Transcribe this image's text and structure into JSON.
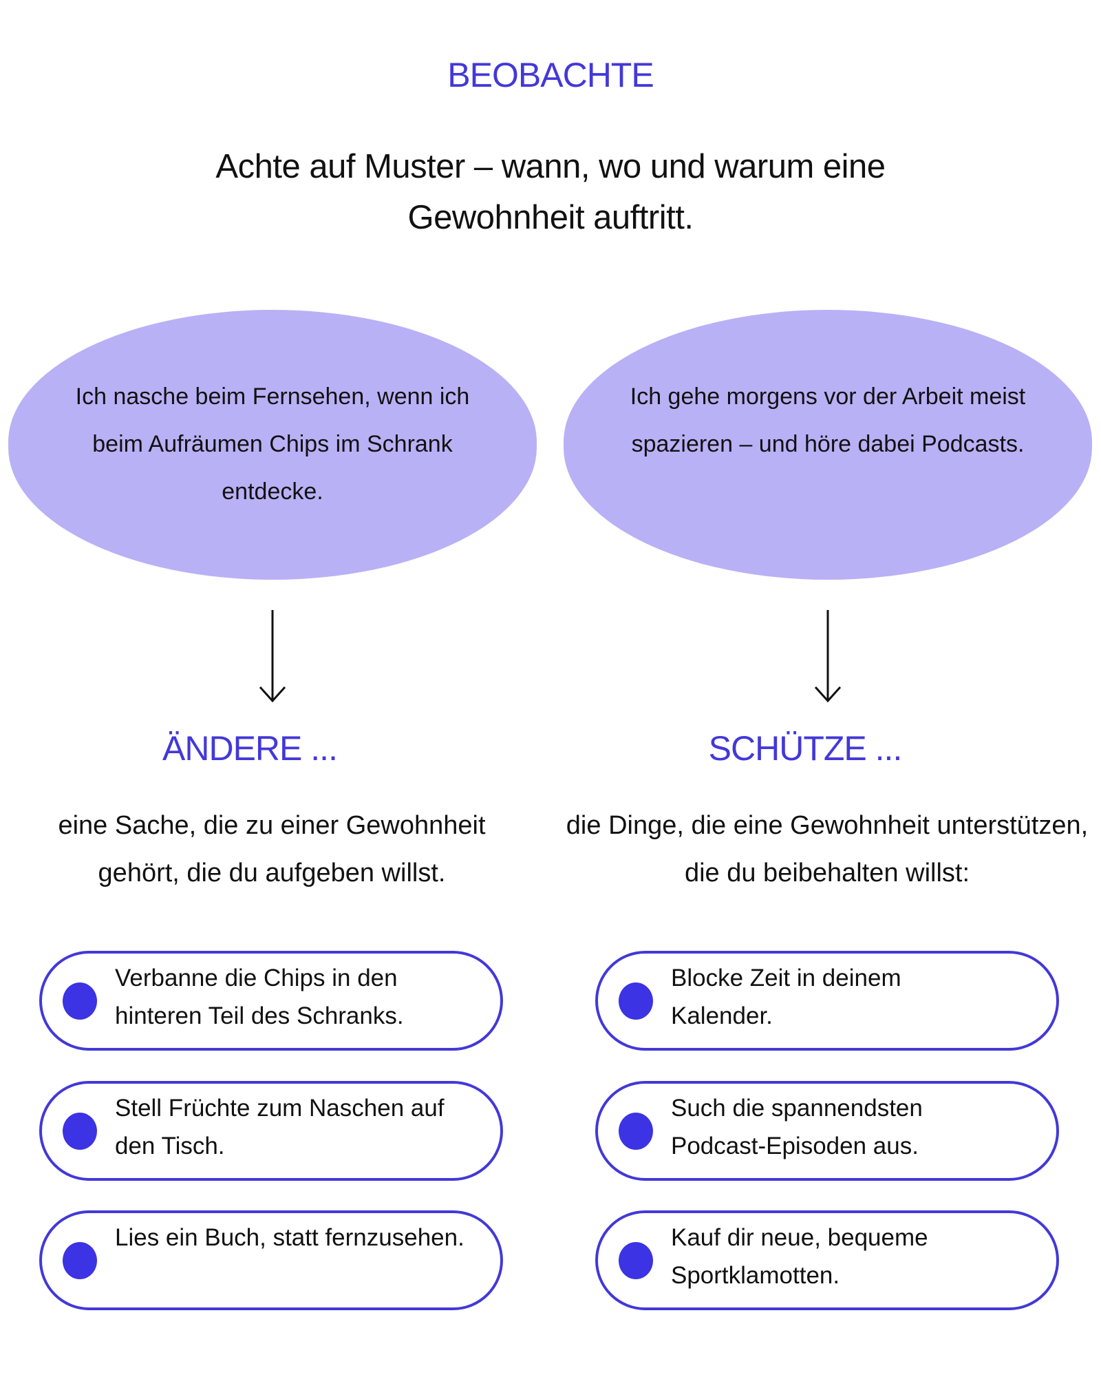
{
  "title": "BEOBACHTE",
  "subtitle": "Achte auf Muster – wann, wo und warum eine Gewohnheit auftritt.",
  "colors": {
    "accent": "#4338d8",
    "bubble": "#b9b1f6",
    "dot": "#3b33e4"
  },
  "left": {
    "example": "Ich nasche beim Fernsehen, wenn ich beim Aufräumen Chips im Schrank entdecke.",
    "heading": "ÄNDERE ...",
    "description": "eine Sache, die zu einer Gewohnheit gehört, die du aufgeben willst.",
    "items": [
      "Verbanne die Chips in den hinteren Teil des Schranks.",
      "Stell Früchte zum Naschen auf den Tisch.",
      "Lies ein Buch, statt fernzusehen."
    ]
  },
  "right": {
    "example": "Ich gehe morgens vor der Arbeit meist spazieren – und höre dabei Podcasts.",
    "heading": "SCHÜTZE ...",
    "description": "die Dinge, die eine Gewohnheit unterstützen, die du beibehalten willst:",
    "items": [
      "Blocke Zeit in deinem Kalender.",
      "Such die spannendsten Podcast-Episoden aus.",
      "Kauf dir neue, bequeme Sportklamotten."
    ]
  }
}
